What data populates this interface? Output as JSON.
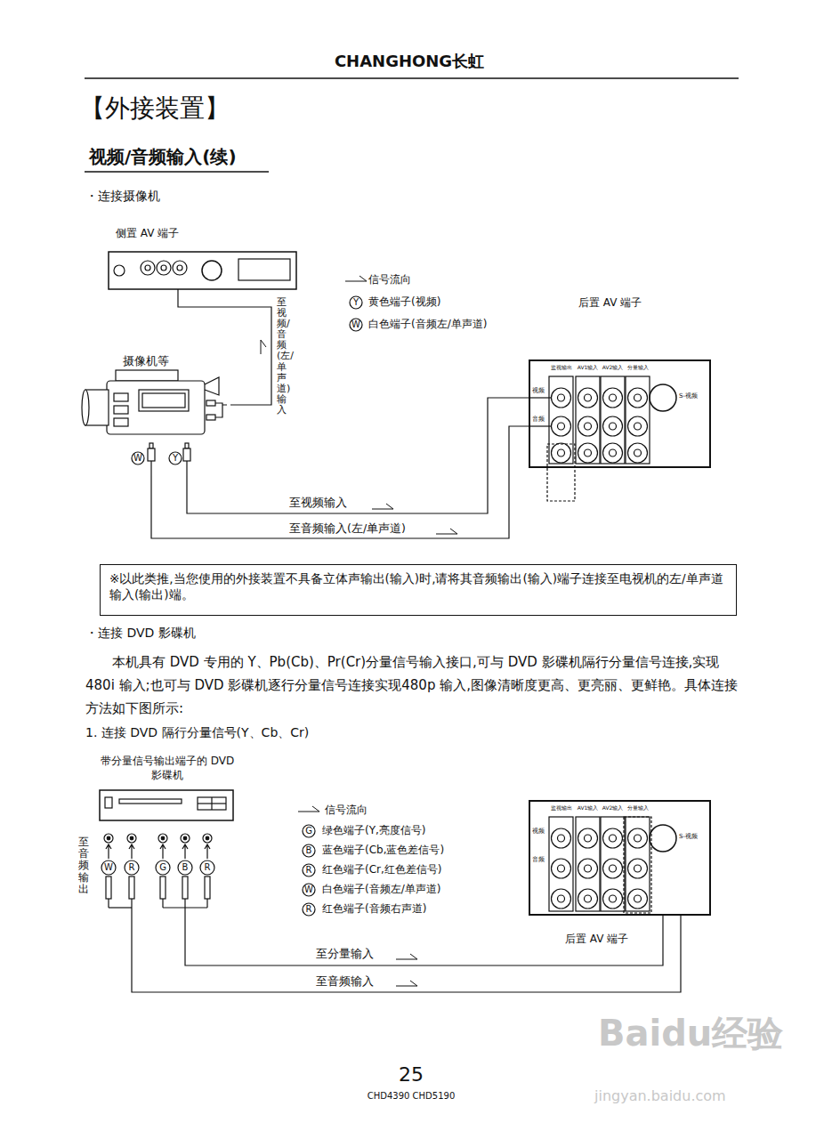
{
  "diagram": {
    "title": "【外接装置】",
    "nodes": [
      {
        "text": [
          "侧置 AV 端子"
        ]
      },
      {
        "text": [
          "摄像机等"
        ]
      },
      {
        "text": [
          "后置 AV 端子"
        ]
      },
      {
        "text": [
          "※以此类推,当您使用的外接装置不具备立体声输出(输入)时,请将其音频输出(输入)端子连接至电视机的左/单声道输入(输出)端。"
        ]
      },
      {
        "text": [
          "带分量信号输出端子的 DVD 影碟机"
        ]
      },
      {
        "text": [
          "后置 AV 端子"
        ]
      }
    ],
    "edges": [
      {
        "from": 1,
        "to": 0,
        "arrow": "none",
        "label": "至视频/音频(左/单声道)输入"
      },
      {
        "from": 1,
        "to": 2,
        "arrow": "none",
        "label": "至视频输入"
      },
      {
        "from": 1,
        "to": 2,
        "arrow": "none",
        "label": "至音频输入(左/单声道)"
      },
      {
        "from": 4,
        "to": 5,
        "arrow": "none",
        "label": "至分量输入"
      },
      {
        "from": 4,
        "to": 5,
        "arrow": "none",
        "label": "至音频输入"
      }
    ],
    "labels": [
      "CHANGHONG长虹",
      "视频/音频输入(续)",
      "・连接摄像机",
      "W",
      "Y",
      "Y",
      "W",
      "・连接 DVD 影碟机",
      "本机具有 DVD 专用的 Y、Pb(Cb)、Pr(Cr)分量信号输入接口,可与 DVD 影碟机隔行分量信号连接,实现480i 输入;也可与 DVD 影碟机逐行分量信号连接实现480p 输入,图像清晰度更高、更亮丽、更鲜艳。具体连接方法如下图所示:",
      "1. 连接 DVD 隔行分量信号(Y、Cb、Cr)",
      "至音频输出",
      "W",
      "R",
      "G",
      "B",
      "R",
      "G",
      "B",
      "R",
      "W",
      "R",
      "监视输出",
      "AV1输入",
      "AV2输入",
      "分量输入",
      "视频",
      "音频",
      "S-视频",
      "监视输出",
      "AV1输入",
      "AV2输入",
      "分量输入",
      "视频",
      "音频",
      "S-视频",
      "25",
      "CHD4390 CHD5190",
      "Baidu经验",
      "jingyan.baidu.com"
    ],
    "legend": [
      {
        "text": "信号流向"
      },
      {
        "text": "黄色端子(视频)"
      },
      {
        "text": "白色端子(音频左/单声道)"
      },
      {
        "text": "信号流向"
      },
      {
        "text": "绿色端子(Y,亮度信号)"
      },
      {
        "text": "蓝色端子(Cb,蓝色差信号)"
      },
      {
        "text": "红色端子(Cr,红色差信号)"
      },
      {
        "text": "白色端子(音频左/单声道)"
      },
      {
        "text": "红色端子(音频右声道)"
      }
    ]
  }
}
